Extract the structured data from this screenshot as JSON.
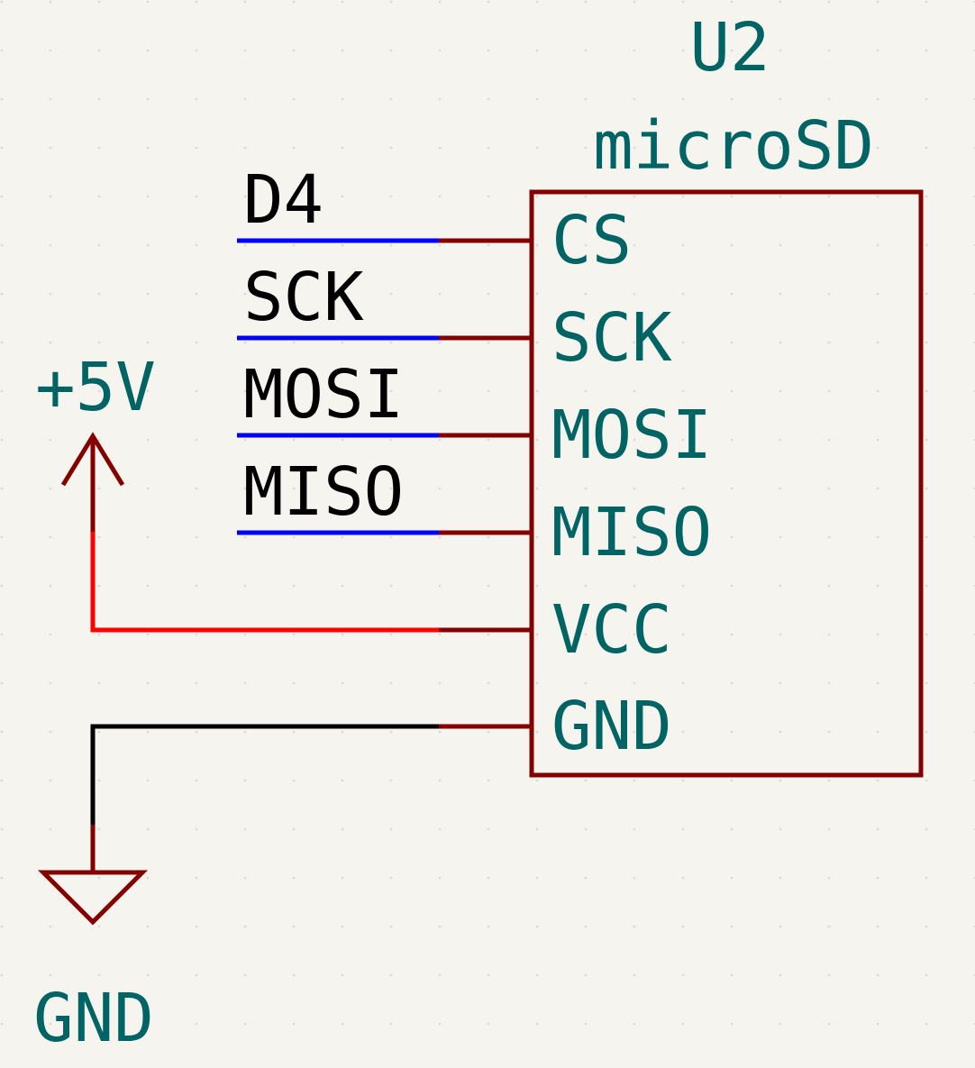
{
  "colors": {
    "background": "#f5f4ef",
    "grid_dot": "#d9d8d0",
    "component_outline": "#840000",
    "pin_line": "#840000",
    "signal_wire": "#0000ff",
    "power_wire": "#ff0000",
    "ground_wire": "#000000",
    "component_text": "#006464",
    "net_label_text": "#000000",
    "power_symbol": "#840000"
  },
  "component": {
    "reference": "U2",
    "value": "microSD",
    "pins": [
      "CS",
      "SCK",
      "MOSI",
      "MISO",
      "VCC",
      "GND"
    ]
  },
  "net_labels": [
    "D4",
    "SCK",
    "MOSI",
    "MISO"
  ],
  "power": {
    "vcc_label": "+5V",
    "vcc_icon": "power-arrow-up-icon",
    "gnd_label": "GND",
    "gnd_icon": "ground-triangle-icon"
  }
}
